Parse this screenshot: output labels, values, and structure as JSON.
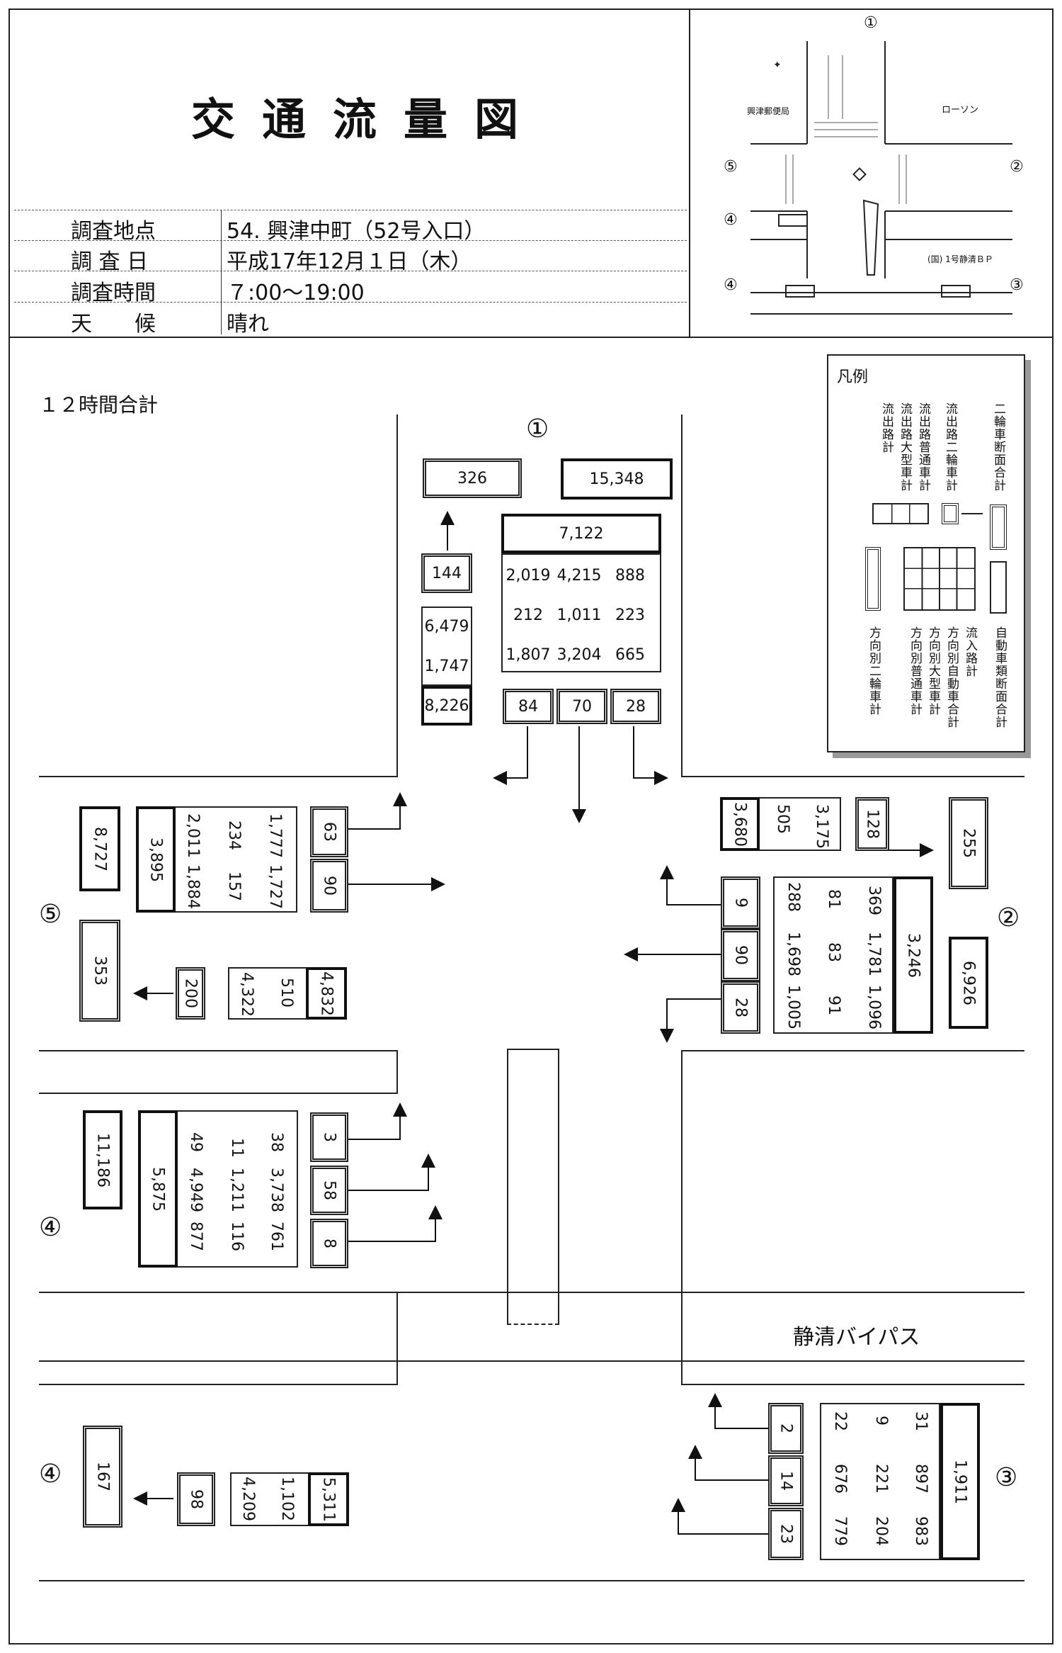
{
  "header": {
    "title": "交通流量図",
    "rows": [
      {
        "label": "調査地点",
        "value": "54. 興津中町（52号入口）"
      },
      {
        "label": "調 査 日",
        "value": "平成17年12月１日（木）"
      },
      {
        "label": "調査時間",
        "value": "７:00～19:00"
      },
      {
        "label": "天　　候",
        "value": "晴れ"
      }
    ]
  },
  "map": {
    "post_office": "興津郵便局",
    "lawson": "ローソン",
    "route": "(国) 1号静清ＢＰ",
    "marks": [
      "①",
      "②",
      "③",
      "④",
      "④",
      "⑤"
    ]
  },
  "period": "１２時間合計",
  "legend": {
    "title": "凡例",
    "top_labels": [
      "流出路計",
      "流出路大型車計",
      "流出路普通車計",
      "流出路二輪車計",
      "二輪車断面合計"
    ],
    "bottom_labels": [
      "方向別二輪車計",
      "方向別普通車計",
      "方向別大型車計",
      "方向別自動車合計",
      "流入路計",
      "自動車類断面合計"
    ]
  },
  "road_label": "静清バイパス",
  "approaches": {
    "a1": {
      "mark": "①",
      "out_bike": "326",
      "section_total": "15,348",
      "in_total": "7,122",
      "out_bike_small": "144",
      "dir_total": [
        "2,019",
        "4,215",
        "888"
      ],
      "dir_large": [
        "212",
        "1,011",
        "223"
      ],
      "dir_normal": [
        "1,807",
        "3,204",
        "665"
      ],
      "out_normal": "6,479",
      "out_large": "1,747",
      "out_total": "8,226",
      "dir_bike": [
        "84",
        "70",
        "28"
      ]
    },
    "a2": {
      "mark": "②",
      "out_total": "3,680",
      "out_large": "505",
      "out_normal": "3,175",
      "out_bike": "128",
      "bike_section": "255",
      "dir_bike": [
        "9",
        "90",
        "28"
      ],
      "col1": [
        "288",
        "1,698",
        "1,005"
      ],
      "col2": [
        "81",
        "83",
        "91"
      ],
      "col3": [
        "369",
        "1,781",
        "1,096"
      ],
      "in_total": "3,246",
      "section_total": "6,926"
    },
    "a5": {
      "mark": "⑤",
      "section_total": "8,727",
      "in_total": "3,895",
      "col_a": [
        "2,011",
        "1,884"
      ],
      "col_b": [
        "234",
        "157"
      ],
      "col_c": [
        "1,777",
        "1,727"
      ],
      "dir_bike": [
        "63",
        "90"
      ],
      "bike_section": "353",
      "out_bike": "200",
      "out_normal": "4,322",
      "out_large": "510",
      "out_total": "4,832"
    },
    "a4n": {
      "mark": "④",
      "section_total": "11,186",
      "in_total": "5,875",
      "col_a": [
        "49",
        "4,949",
        "877"
      ],
      "col_b": [
        "11",
        "1,211",
        "116"
      ],
      "col_c": [
        "38",
        "3,738",
        "761"
      ],
      "dir_bike": [
        "3",
        "58",
        "8"
      ]
    },
    "a4s": {
      "mark": "④",
      "bike_section": "167",
      "out_bike": "98",
      "out_normal": "4,209",
      "out_large": "1,102",
      "out_total": "5,311"
    },
    "a3": {
      "mark": "③",
      "dir_bike": [
        "2",
        "14",
        "23"
      ],
      "col1": [
        "22",
        "676",
        "779"
      ],
      "col2": [
        "9",
        "221",
        "204"
      ],
      "col3": [
        "31",
        "897",
        "983"
      ],
      "in_total": "1,911"
    }
  }
}
